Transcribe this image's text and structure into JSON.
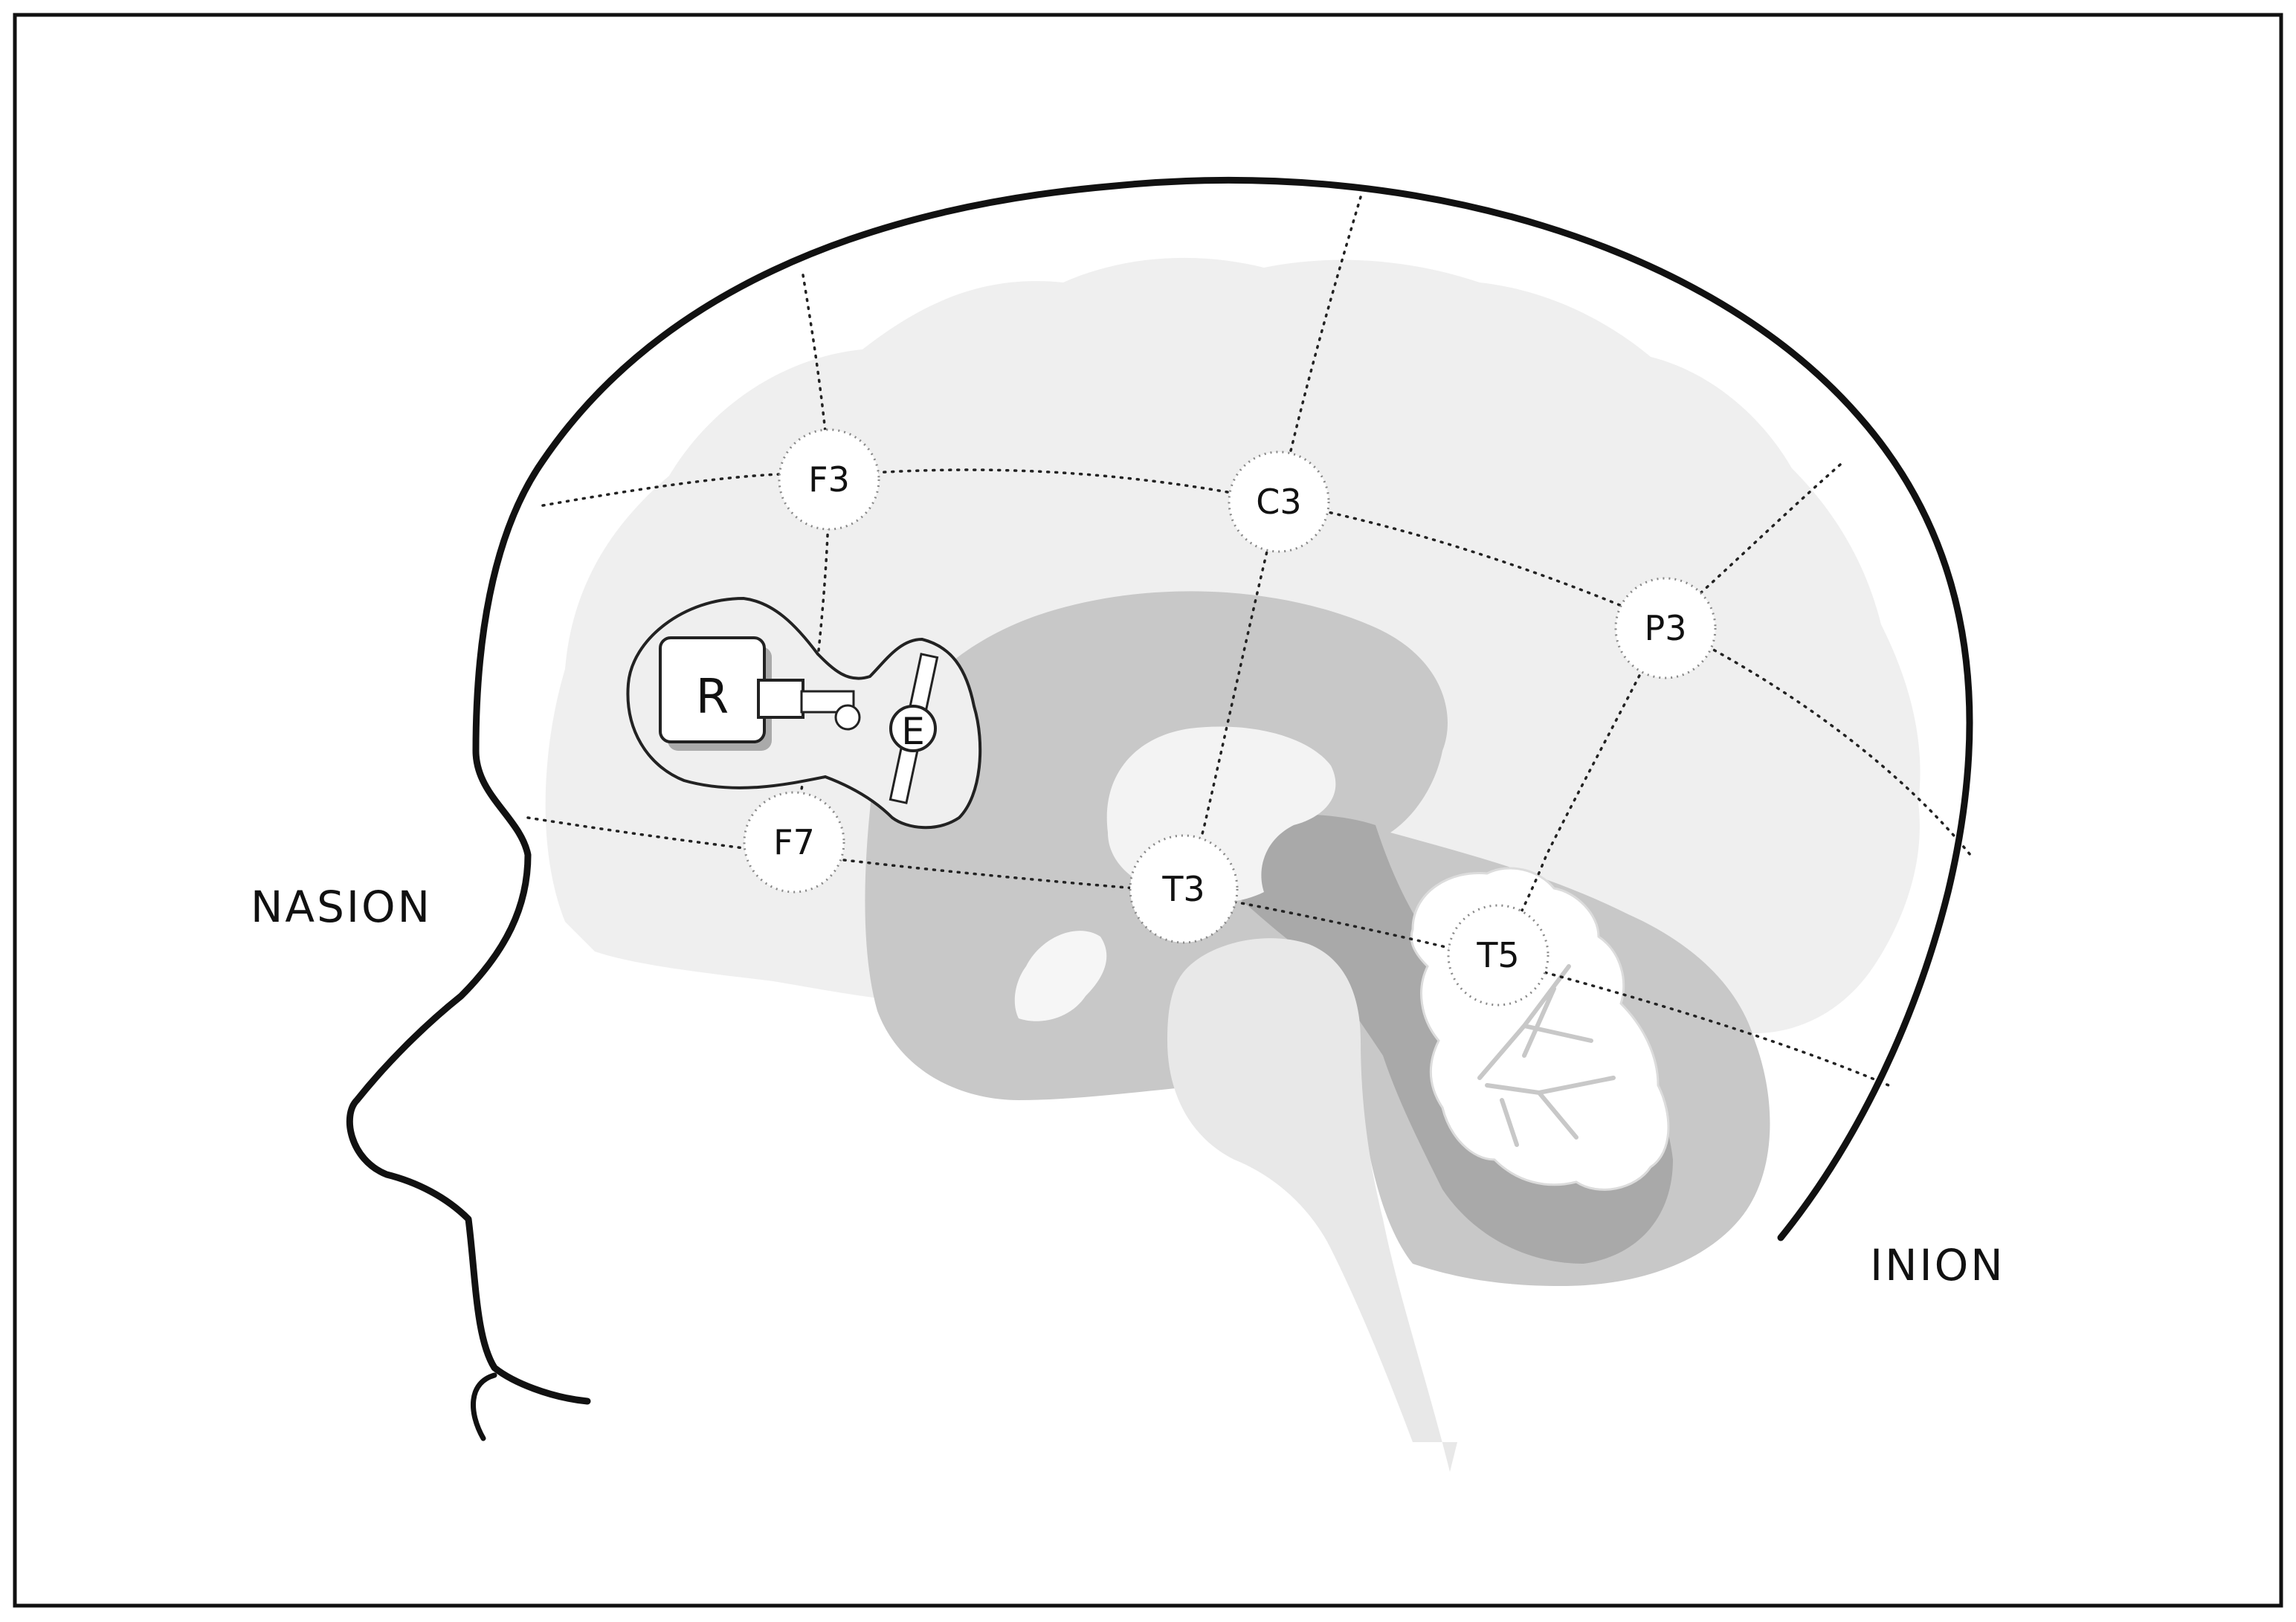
{
  "landmarks": {
    "front": "NASION",
    "back": "INION"
  },
  "electrodes": [
    {
      "id": "F3",
      "label": "F3"
    },
    {
      "id": "C3",
      "label": "C3"
    },
    {
      "id": "P3",
      "label": "P3"
    },
    {
      "id": "F7",
      "label": "F7"
    },
    {
      "id": "T3",
      "label": "T3"
    },
    {
      "id": "T5",
      "label": "T5"
    }
  ],
  "device": {
    "receiver_label": "R",
    "electrode_label": "E"
  },
  "colors": {
    "outline": "#111111",
    "cortex": "#efefef",
    "inner_brain": "#c8c8c8",
    "deep_structures": "#a9a9a9",
    "brainstem": "#e8e8e8",
    "background": "#ffffff"
  }
}
